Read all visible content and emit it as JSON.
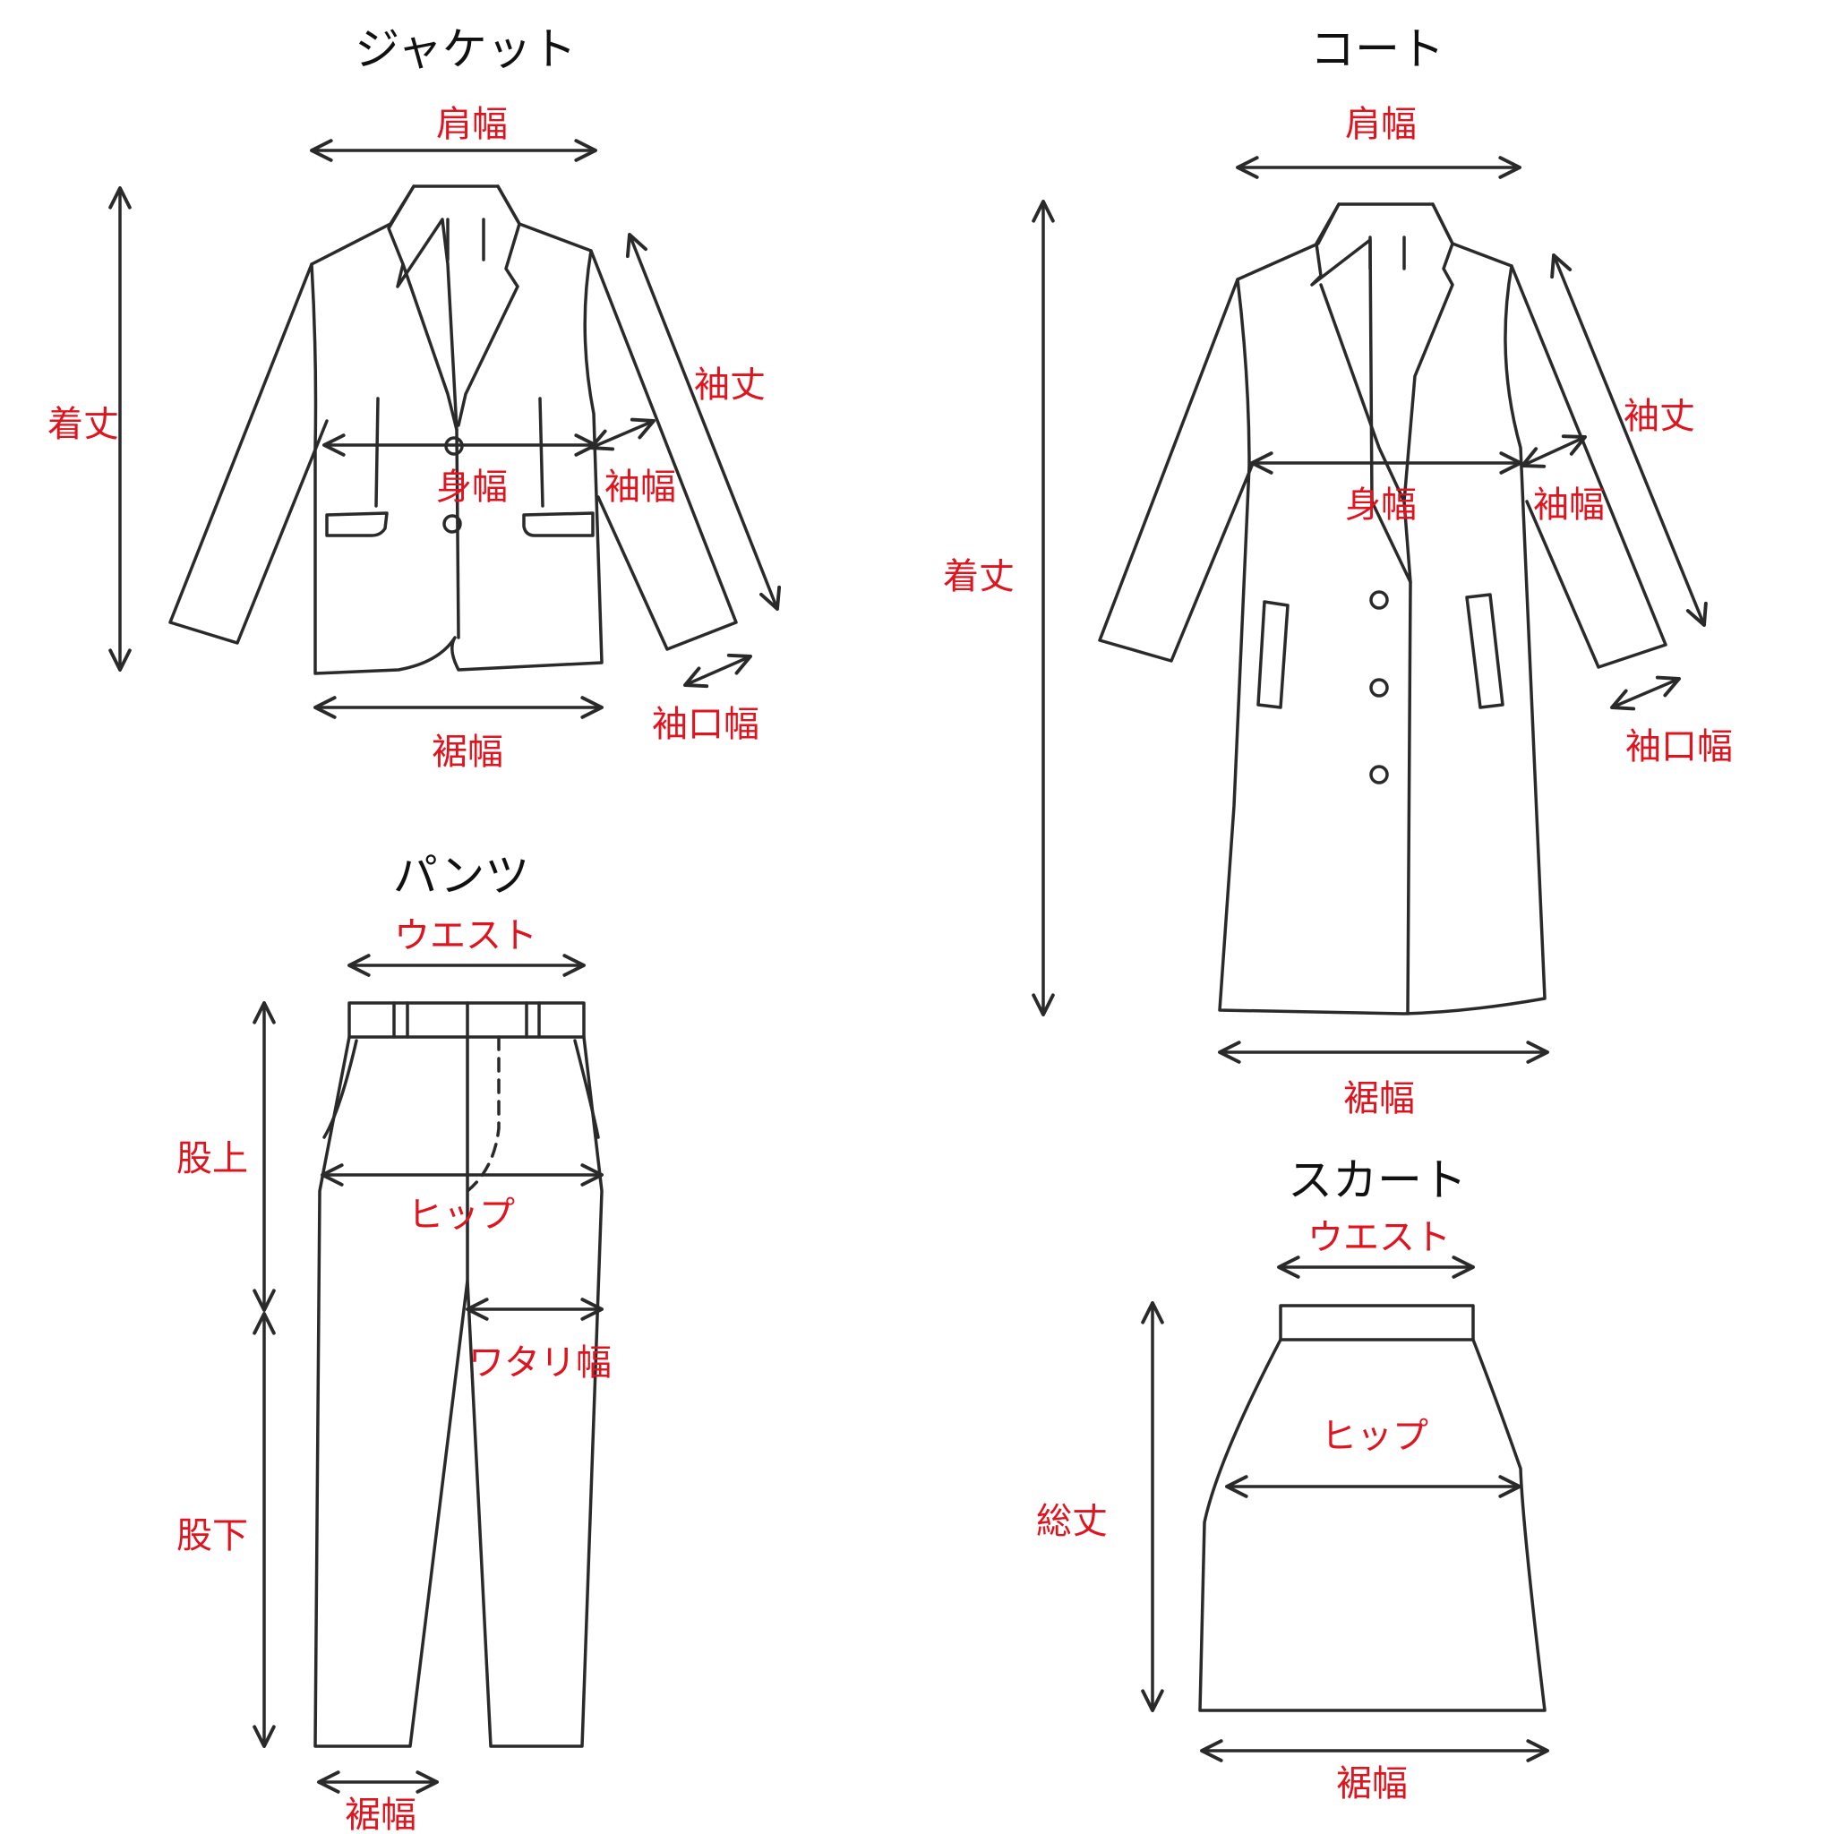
{
  "colors": {
    "outline": "#2a2a2a",
    "arrow": "#2a2a2a",
    "label": "#e0141e",
    "title": "#111111"
  },
  "jacket": {
    "title": "ジャケット",
    "shoulder": "肩幅",
    "length": "着丈",
    "sleeve": "袖丈",
    "body": "身幅",
    "sleeve_width": "袖幅",
    "hem": "裾幅",
    "cuff": "袖口幅"
  },
  "coat": {
    "title": "コート",
    "shoulder": "肩幅",
    "length": "着丈",
    "sleeve": "袖丈",
    "body": "身幅",
    "sleeve_width": "袖幅",
    "hem": "裾幅",
    "cuff": "袖口幅"
  },
  "pants": {
    "title": "パンツ",
    "waist": "ウエスト",
    "rise": "股上",
    "hip": "ヒップ",
    "thigh": "ワタリ幅",
    "inseam": "股下",
    "hem": "裾幅"
  },
  "skirt": {
    "title": "スカート",
    "waist": "ウエスト",
    "hip": "ヒップ",
    "length": "総丈",
    "hem": "裾幅"
  }
}
